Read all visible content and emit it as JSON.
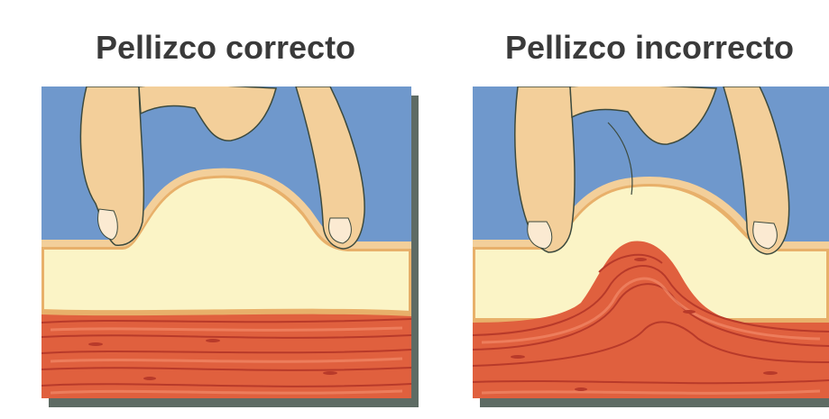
{
  "panels": {
    "left": {
      "title": "Pellizco correcto"
    },
    "right": {
      "title": "Pellizco incorrecto"
    }
  },
  "colors": {
    "background": "#6f98cc",
    "fat": "#fbf4c6",
    "fat_outline": "#e8b06a",
    "muscle": "#e0603e",
    "muscle_fiber": "#b83a2a",
    "muscle_highlight": "#f28a6a",
    "skin": "#f3cf9a",
    "skin_outline": "#3c4a3e",
    "shadow": "#5e6b64"
  },
  "icons": {
    "left_panel": "correct-pinch-illustration",
    "right_panel": "incorrect-pinch-illustration"
  }
}
